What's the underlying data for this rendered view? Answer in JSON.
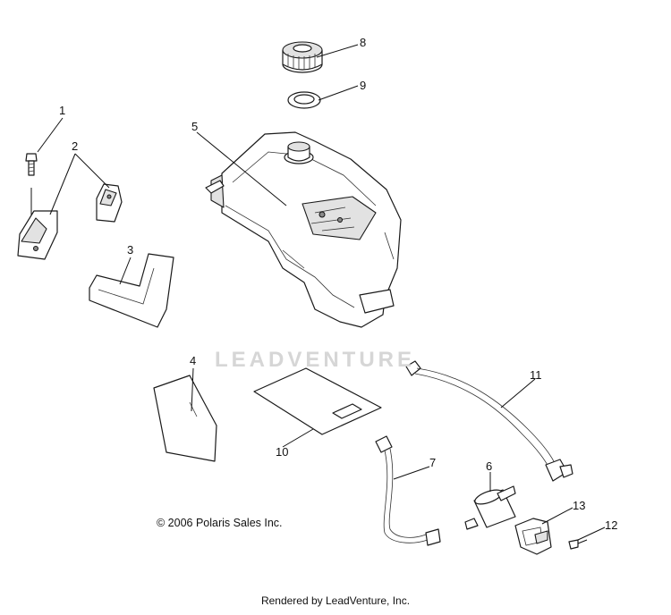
{
  "watermark": "LEADVENTURE",
  "copyright": "© 2006 Polaris Sales Inc.",
  "footer": "Rendered by LeadVenture, Inc.",
  "callouts": [
    "1",
    "2",
    "3",
    "4",
    "5",
    "6",
    "7",
    "8",
    "9",
    "10",
    "11",
    "12",
    "13"
  ],
  "colors": {
    "line": "#1a1a1a",
    "watermark": "#d6d6d6",
    "background": "#ffffff"
  }
}
